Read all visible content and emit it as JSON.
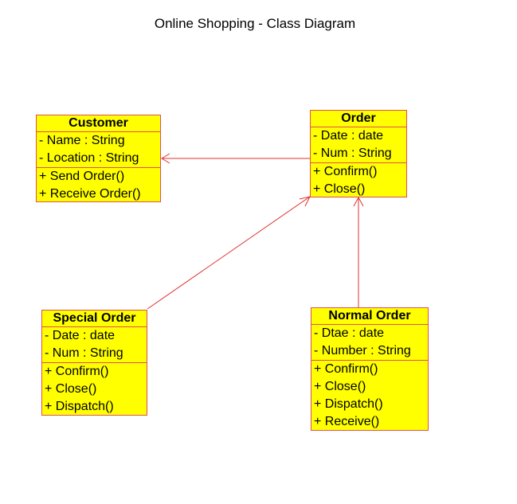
{
  "title": "Online Shopping - Class Diagram",
  "colors": {
    "class_fill": "#ffff00",
    "class_border": "#e05050",
    "connector": "#e03030"
  },
  "classes": {
    "customer": {
      "name": "Customer",
      "attributes": [
        "- Name : String",
        "- Location : String"
      ],
      "operations": [
        "+ Send Order()",
        "+ Receive Order()"
      ]
    },
    "order": {
      "name": "Order",
      "attributes": [
        "- Date : date",
        "- Num : String"
      ],
      "operations": [
        "+ Confirm()",
        "+ Close()"
      ]
    },
    "special_order": {
      "name": "Special Order",
      "attributes": [
        "- Date : date",
        "- Num : String"
      ],
      "operations": [
        "+ Confirm()",
        "+ Close()",
        "+ Dispatch()"
      ]
    },
    "normal_order": {
      "name": "Normal Order",
      "attributes": [
        "- Dtae : date",
        "- Number : String"
      ],
      "operations": [
        "+ Confirm()",
        "+ Close()",
        "+ Dispatch()",
        "+ Receive()"
      ]
    }
  },
  "relationships": [
    {
      "from": "Order",
      "to": "Customer",
      "arrowhead": "open-arrow"
    },
    {
      "from": "Special Order",
      "to": "Order",
      "arrowhead": "open-arrow"
    },
    {
      "from": "Normal Order",
      "to": "Order",
      "arrowhead": "open-arrow"
    }
  ]
}
